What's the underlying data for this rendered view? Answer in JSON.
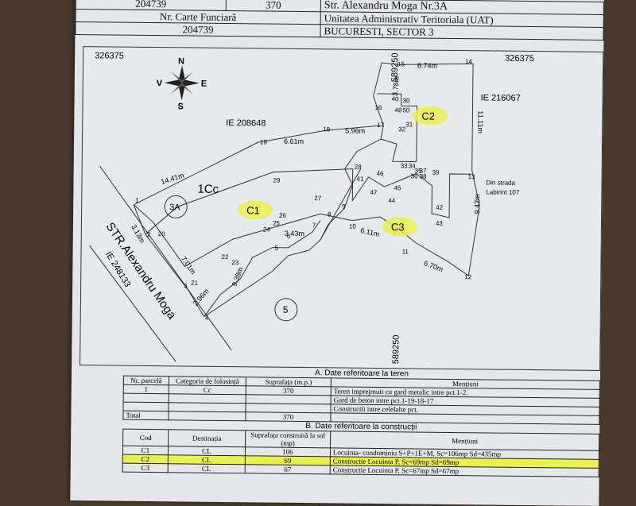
{
  "header": {
    "nr_cadastral": "204739",
    "suprafata": "370",
    "adresa": "Str. Alexandru Moga Nr.3A",
    "nr_carte_funciara_label": "Nr. Carte Funciară",
    "nr_carte_funciara": "204739",
    "uat_label": "Unitatea Administrativ Teritoriala (UAT)",
    "uat": "BUCURESTI, SECTOR 3"
  },
  "plan": {
    "coord_top_left": "326375",
    "coord_top_right": "326375",
    "coord_top_vertical": "589250",
    "coord_bottom_vertical": "589250",
    "compass": {
      "n": "N",
      "s": "S",
      "e": "E",
      "v": "V"
    },
    "ie_north": "IE 208648",
    "ie_east": "IE 216067",
    "ie_street": "IE 248133",
    "street": "STR.Alexandru Moga",
    "din_strada_1": "Din strada",
    "din_strada_2": "Labirint 107",
    "parcel": "1Cc",
    "nr_3a": "3A",
    "nr_5": "5",
    "c1": "C1",
    "c2": "C2",
    "c3": "C3",
    "dims": {
      "d1441": "14.41m",
      "d661": "6.61m",
      "d596": "5.96m",
      "d674": "6.74m",
      "d378": "3.78m",
      "d1111": "11.11m",
      "d942": "9.42m",
      "d670": "6.70m",
      "d611": "6.11m",
      "d343": "3.43m",
      "d938": "9.38m",
      "d701": "7.01m",
      "d296": "2.96m",
      "d313": "3.13m"
    },
    "points": [
      "1",
      "2",
      "3",
      "4",
      "5",
      "6",
      "7",
      "8",
      "9",
      "10",
      "11",
      "12",
      "13",
      "14",
      "15",
      "16",
      "17",
      "18",
      "19",
      "20",
      "21",
      "22",
      "23",
      "24",
      "25",
      "26",
      "27",
      "28",
      "29",
      "30",
      "31",
      "32",
      "33",
      "34",
      "35",
      "36",
      "37",
      "38",
      "39",
      "40",
      "41",
      "42",
      "43",
      "44",
      "45",
      "46",
      "47",
      "48",
      "50"
    ]
  },
  "section_a": {
    "title": "A. Date referitoare la teren",
    "headers": [
      "Nr. parcelă",
      "Categoria de folosință",
      "Suprafața (m.p.)",
      "Mențiuni"
    ],
    "row": {
      "nr": "1",
      "cat": "Cc",
      "sup": "370"
    },
    "mentiuni": [
      "Teren imprejmuit cu gard metalic intre pct.1-2.",
      "Gard de beton intre pct.1-19-18-17",
      "Constructii intre celelalte pct."
    ],
    "total_label": "Total",
    "total": "370"
  },
  "section_b": {
    "title": "B. Date referitoare la construcții",
    "headers": [
      "Cod",
      "Destinația",
      "Suprafața construită la sol (mp)",
      "Mențiuni"
    ],
    "rows": [
      {
        "cod": "C1",
        "dest": "CL",
        "sup": "106",
        "ment": "Locuinta- condominiu S+P+1E+M, Sc=106mp Sd=435mp"
      },
      {
        "cod": "C2",
        "dest": "CL",
        "sup": "69",
        "ment": "Constructie Locuinta P, Sc=69mp Sd=69mp"
      },
      {
        "cod": "C3",
        "dest": "CL",
        "sup": "67",
        "ment": "Constructie Locuinta P, Sc=67mp Sd=67mp"
      }
    ]
  },
  "colors": {
    "highlight": "#eaf04c",
    "paper": "#e4e6e9",
    "ink": "#222222"
  }
}
